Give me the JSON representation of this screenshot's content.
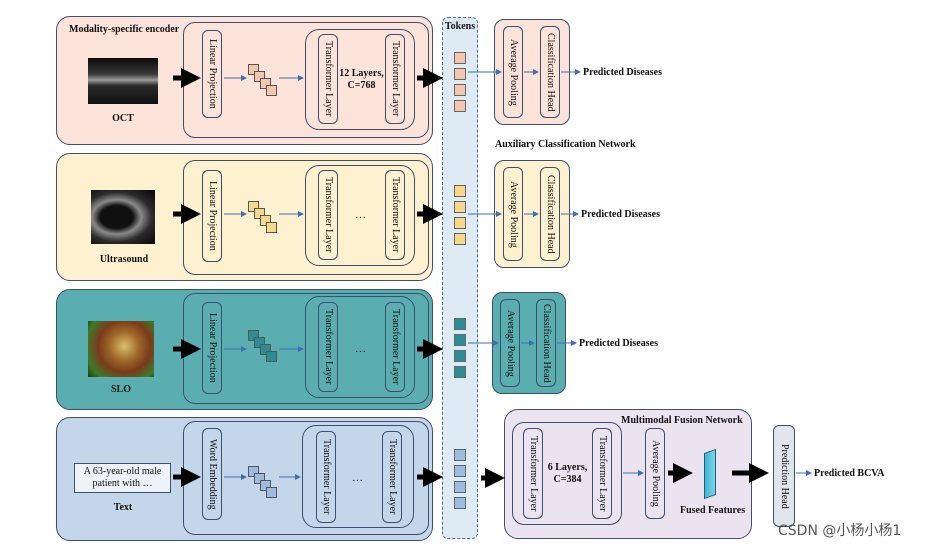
{
  "encoder_title": "Modality-specific encoder",
  "tokens_label": "Tokens",
  "aux_network_label": "Auxiliary Classification Network",
  "fusion_network_label": "Multimodal Fusion Network",
  "rows": [
    {
      "modality": "OCT",
      "embed": "Linear Projection",
      "layer1": "Transformer Layer",
      "layer2": "Transformer Layer",
      "middle": "12 Layers,\nC=768",
      "pool": "Average Pooling",
      "head": "Classification Head",
      "output": "Predicted Diseases"
    },
    {
      "modality": "Ultrasound",
      "embed": "Linear Projection",
      "layer1": "Transformer Layer",
      "layer2": "Transformer Layer",
      "middle": "…",
      "pool": "Average Pooling",
      "head": "Classification Head",
      "output": "Predicted Diseases"
    },
    {
      "modality": "SLO",
      "embed": "Linear Projection",
      "layer1": "Transformer Layer",
      "layer2": "Transformer Layer",
      "middle": "…",
      "pool": "Average Pooling",
      "head": "Classification Head",
      "output": "Predicted Diseases"
    },
    {
      "modality": "Text",
      "embed": "Word Embedding",
      "layer1": "Transformer Layer",
      "layer2": "Transformer Layer",
      "middle": "…",
      "text_input": "A 63-year-old male\npatient with …"
    }
  ],
  "fusion": {
    "layer1": "Transformer Layer",
    "layer2": "Transformer Layer",
    "middle": "6 Layers,\nC=384",
    "pool": "Average Pooling",
    "fused_label": "Fused Features",
    "pred_head": "Prediction Head",
    "output": "Predicted BCVA"
  },
  "watermark": "CSDN @小杨小杨1",
  "colors": {
    "oct": "#fbe3d9",
    "ultrasound": "#fdf1cf",
    "slo": "#5aaeb0",
    "text": "#c3d6ea",
    "tokens_column": "#deeaf4",
    "fusion": "#ece3f0",
    "pred_head": "#dfe5ea",
    "line": "#3e4e6e",
    "arrow": "#3f6fb0"
  }
}
